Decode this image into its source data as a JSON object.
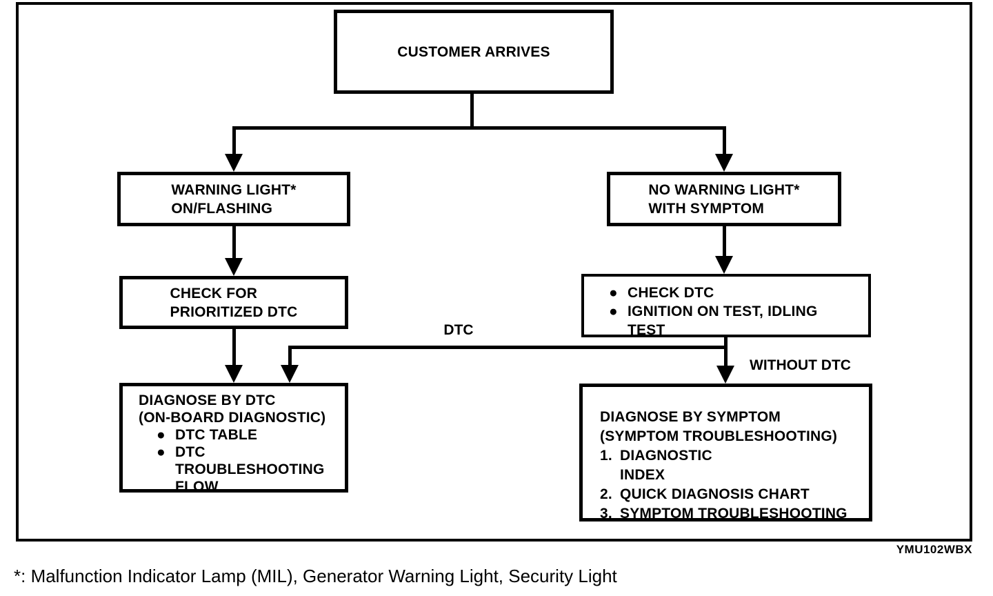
{
  "diagram": {
    "bullet_char": "●",
    "colors": {
      "line": "#000000",
      "background": "#ffffff"
    },
    "boxes": {
      "customer_arrives": {
        "label": "CUSTOMER ARRIVES"
      },
      "warning_light": {
        "line1": "WARNING LIGHT*",
        "line2": "ON/FLASHING"
      },
      "no_warning_light": {
        "line1": "NO WARNING LIGHT*",
        "line2": "WITH SYMPTOM"
      },
      "check_prioritized_dtc": {
        "line1": "CHECK FOR",
        "line2": "PRIORITIZED DTC"
      },
      "check_dtc_tests": {
        "bullets": [
          {
            "text": "CHECK DTC"
          },
          {
            "text": "IGNITION ON TEST, IDLING TEST"
          }
        ]
      },
      "diagnose_by_dtc": {
        "title1": "DIAGNOSE BY DTC",
        "title2": "(ON-BOARD DIAGNOSTIC)",
        "bullets": [
          {
            "text": "DTC TABLE"
          },
          {
            "text": "DTC TROUBLESHOOTING FLOW"
          }
        ]
      },
      "diagnose_by_symptom": {
        "title1": "DIAGNOSE BY SYMPTOM",
        "title2": "(SYMPTOM TROUBLESHOOTING)",
        "items": [
          {
            "num": "1.",
            "text": "DIAGNOSTIC INDEX"
          },
          {
            "num": "2.",
            "text": "QUICK DIAGNOSIS CHART"
          },
          {
            "num": "3.",
            "text": "SYMPTOM TROUBLESHOOTING"
          }
        ]
      }
    },
    "edge_labels": {
      "dtc": "DTC",
      "without_dtc": "WITHOUT DTC"
    },
    "figure_code": "YMU102WBX",
    "footnote": "*: Malfunction Indicator Lamp (MIL), Generator Warning Light, Security Light"
  }
}
